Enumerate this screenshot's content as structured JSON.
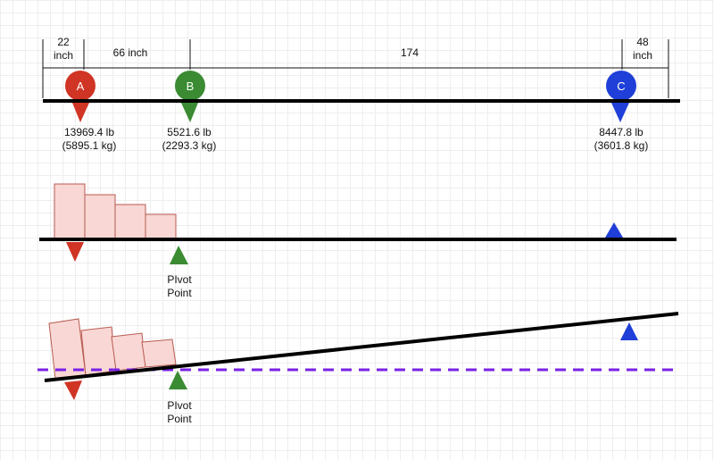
{
  "dimensions": {
    "dim_a_top": "22",
    "dim_a_bottom": "inch",
    "dim_ab": "66 inch",
    "dim_bc": "174",
    "dim_c_top": "48",
    "dim_c_bottom": "inch"
  },
  "points": {
    "a": {
      "label": "A",
      "color": "#d03424"
    },
    "b": {
      "label": "B",
      "color": "#3a8b32"
    },
    "c": {
      "label": "C",
      "color": "#1f3fd8"
    }
  },
  "loads": {
    "a_lb": "13969.4 lb",
    "a_kg": "(5895.1 kg)",
    "b_lb": "5521.6 lb",
    "b_kg": "(2293.3 kg)",
    "c_lb": "8447.8 lb",
    "c_kg": "(3601.8 kg)"
  },
  "pivot": {
    "line1": "PIvot",
    "line2": "Point"
  },
  "colors": {
    "beam": "#000000",
    "box_fill": "#f8d7d4",
    "box_stroke": "#b85a52",
    "level_line": "#7a22e6"
  }
}
